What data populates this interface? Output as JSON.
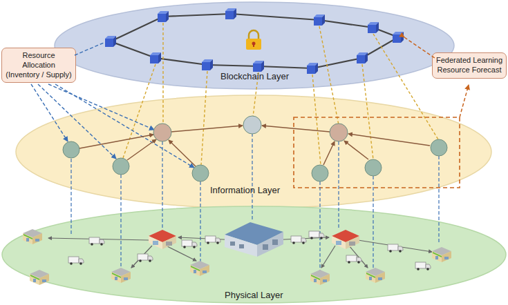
{
  "diagram": {
    "nodes": [
      {
        "text": [
          "Blockchain Layer"
        ]
      },
      {
        "text": [
          "Resource Allocation (Inventory / Supply)"
        ]
      },
      {
        "text": [
          "Federated Learning Resource Forecast"
        ]
      },
      {
        "text": [
          "Information Layer"
        ]
      },
      {
        "text": [
          "Physical Layer"
        ]
      }
    ]
  }
}
